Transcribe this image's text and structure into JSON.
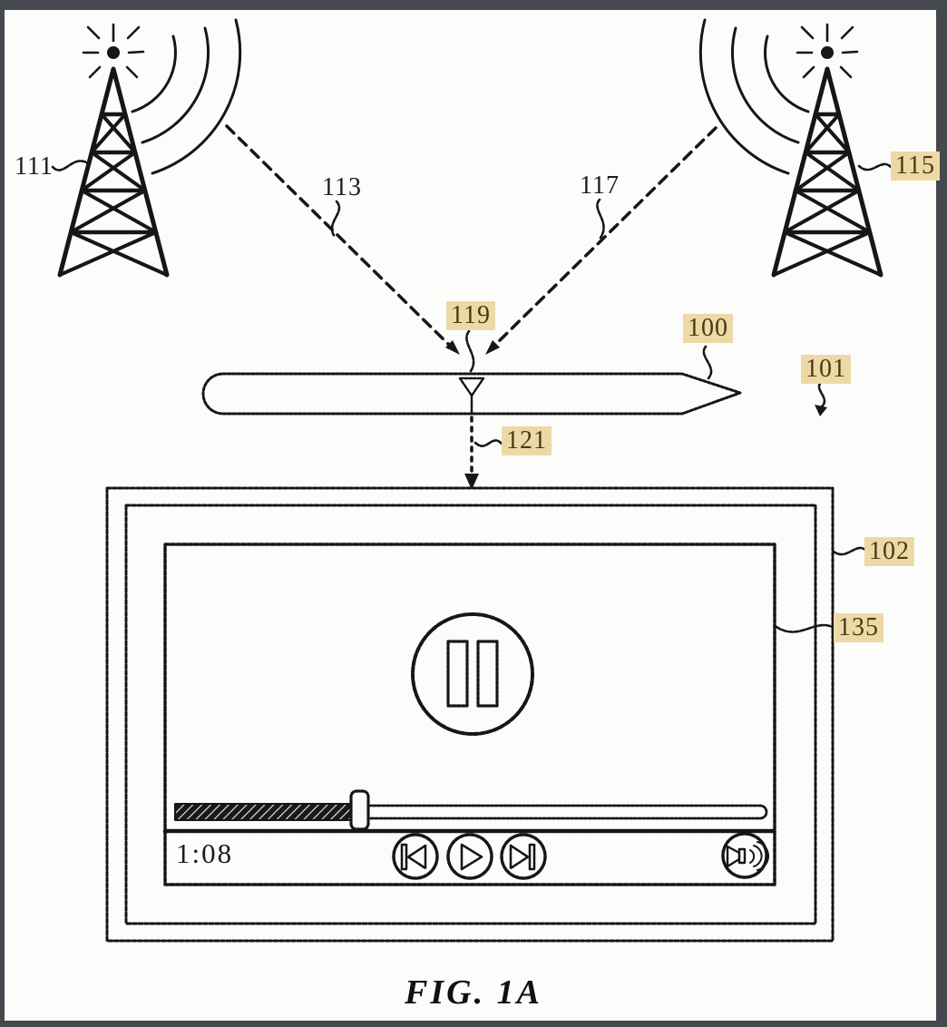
{
  "figure": {
    "caption": "FIG. 1A"
  },
  "colors": {
    "ink": "#161616",
    "paper": "#fcfcfb",
    "frame": "#45484d",
    "highlight_bg": "#ecd9a6",
    "highlight_text": "#4a3a12"
  },
  "labels": [
    {
      "text": "111",
      "highlighted": false
    },
    {
      "text": "113",
      "highlighted": false
    },
    {
      "text": "115",
      "highlighted": true
    },
    {
      "text": "117",
      "highlighted": false
    },
    {
      "text": "119",
      "highlighted": true
    },
    {
      "text": "100",
      "highlighted": true
    },
    {
      "text": "101",
      "highlighted": true
    },
    {
      "text": "121",
      "highlighted": true
    },
    {
      "text": "102",
      "highlighted": true
    },
    {
      "text": "135",
      "highlighted": true
    }
  ],
  "player": {
    "elapsed_time": "1:08",
    "progress_percent": 31
  },
  "icons": [
    "radio-tower-icon",
    "signal-waves-icon",
    "antenna-icon",
    "pause-icon",
    "previous-track-icon",
    "play-icon",
    "next-track-icon",
    "volume-icon"
  ]
}
